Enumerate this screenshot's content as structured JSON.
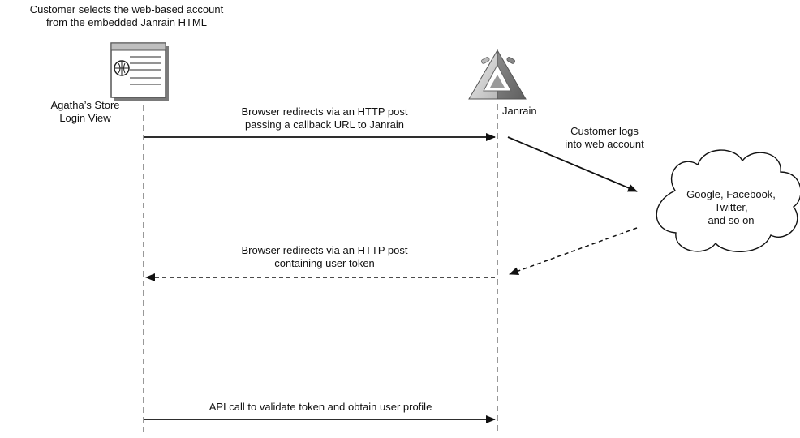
{
  "top_note": {
    "line1": "Customer selects the web-based account",
    "line2": "from the embedded Janrain HTML"
  },
  "participants": {
    "store": {
      "line1": "Agatha’s Store",
      "line2": "Login View",
      "icon": "browser-window-icon"
    },
    "janrain": {
      "label": "Janrain",
      "icon": "janrain-pyramid-icon"
    },
    "providers": {
      "line1": "Google, Facebook,",
      "line2": "Twitter,",
      "line3": "and so on",
      "icon": "cloud-icon"
    }
  },
  "messages": [
    {
      "line1": "Browser redirects via an HTTP post",
      "line2": "passing a callback URL to Janrain",
      "style": "solid"
    },
    {
      "line1": "Customer logs",
      "line2": "into web account",
      "style": "solid"
    },
    {
      "line1": "Browser redirects via an HTTP post",
      "line2": "containing user token",
      "style": "dashed"
    },
    {
      "line1": "API call to validate token and obtain user profile",
      "style": "solid"
    }
  ],
  "colors": {
    "line": "#111111",
    "lifeline": "#333333",
    "icon_gray": "#9a9a9a",
    "icon_light": "#d9d9d9"
  }
}
